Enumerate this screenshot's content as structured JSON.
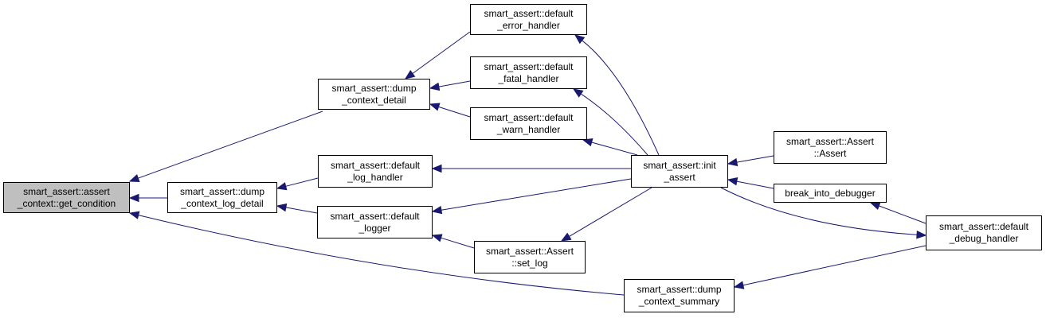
{
  "nodes": {
    "root": [
      "smart_assert::assert",
      "_context::get_condition"
    ],
    "dump_detail": [
      "smart_assert::dump",
      "_context_detail"
    ],
    "dump_log_detail": [
      "smart_assert::dump",
      "_context_log_detail"
    ],
    "dump_summary": [
      "smart_assert::dump",
      "_context_summary"
    ],
    "default_error_handler": [
      "smart_assert::default",
      "_error_handler"
    ],
    "default_fatal_handler": [
      "smart_assert::default",
      "_fatal_handler"
    ],
    "default_warn_handler": [
      "smart_assert::default",
      "_warn_handler"
    ],
    "default_log_handler": [
      "smart_assert::default",
      "_log_handler"
    ],
    "default_logger": [
      "smart_assert::default",
      "_logger"
    ],
    "set_log": [
      "smart_assert::Assert",
      "::set_log"
    ],
    "init_assert": [
      "smart_assert::init",
      "_assert"
    ],
    "assert_ctor": [
      "smart_assert::Assert",
      "::Assert"
    ],
    "break_into_debugger": [
      "break_into_debugger"
    ],
    "default_debug_handler": [
      "smart_assert::default",
      "_debug_handler"
    ]
  },
  "colors": {
    "edge": "#191970",
    "root_fill": "#bfbfbf"
  }
}
